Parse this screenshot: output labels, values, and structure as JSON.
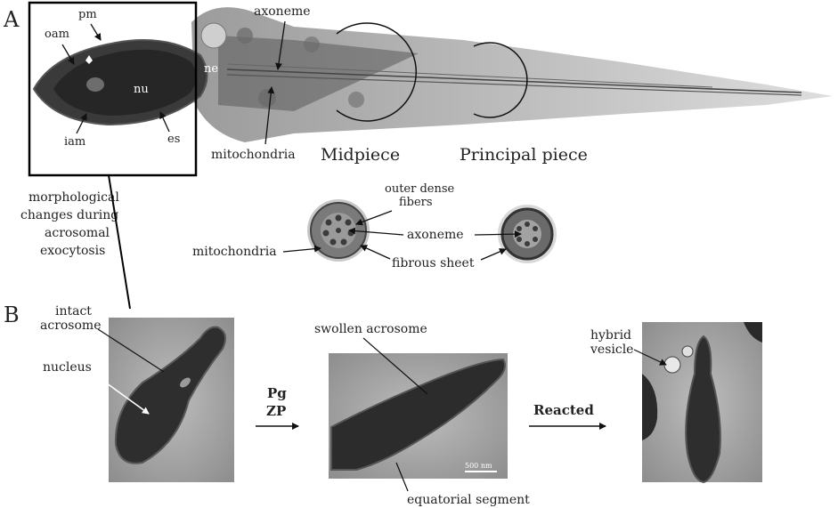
{
  "panels": {
    "a": "A",
    "b": "B"
  },
  "panel_a": {
    "labels": {
      "pm": "pm",
      "oam": "oam",
      "nu": "nu",
      "ne": "ne",
      "iam": "iam",
      "es": "es",
      "axoneme": "axoneme",
      "mitochondria": "mitochondria",
      "midpiece": "Midpiece",
      "principal_piece": "Principal piece"
    },
    "caption_lines": [
      "morphological",
      "changes during",
      "acrosomal",
      "exocytosis"
    ],
    "cross_section": {
      "outer_dense_lines": [
        "outer dense",
        "fibers"
      ],
      "axoneme": "axoneme",
      "mitochondria": "mitochondria",
      "fibrous_sheet": "fibrous sheet"
    }
  },
  "panel_b": {
    "intact_lines": [
      "intact",
      "acrosome"
    ],
    "nucleus": "nucleus",
    "step1_lines": [
      "Pg",
      "ZP"
    ],
    "swollen": "swollen acrosome",
    "scalebar": "500 nm",
    "equatorial": "equatorial segment",
    "step2": "Reacted",
    "hybrid_lines": [
      "hybrid",
      "vesicle"
    ]
  }
}
